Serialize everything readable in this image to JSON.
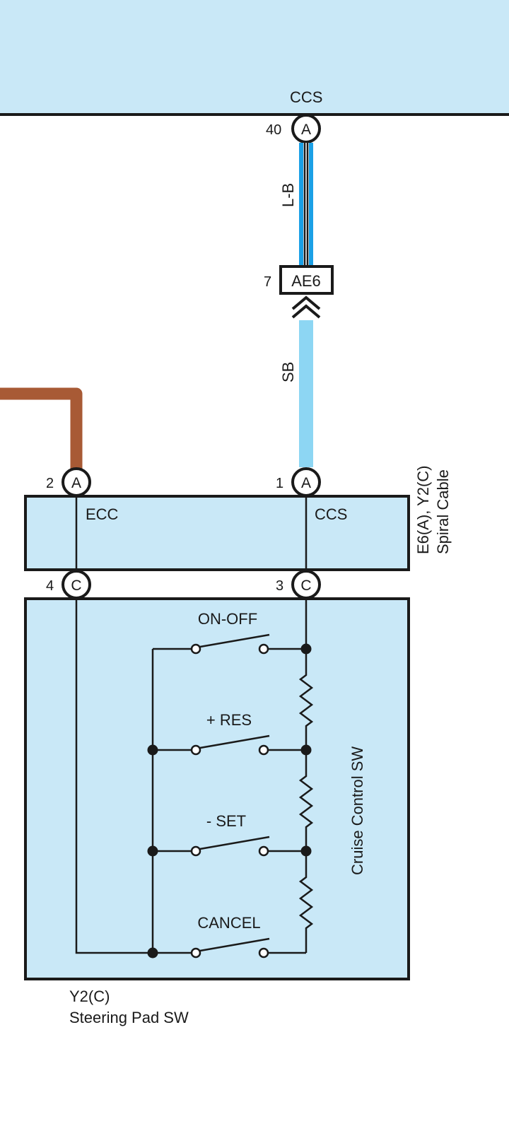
{
  "colors": {
    "box_fill": "#c9e8f7",
    "line": "#1a1a1a",
    "wire_lb_blue": "#1aa0e6",
    "wire_sb": "#8dd6f3",
    "wire_brown": "#a85a35"
  },
  "ecu": {
    "terminal_label": "CCS"
  },
  "top_connector": {
    "pin": "40",
    "letter": "A"
  },
  "wire_top": {
    "color_code": "L-B"
  },
  "junction": {
    "pin": "7",
    "label": "AE6"
  },
  "wire_bottom": {
    "color_code": "SB"
  },
  "spiral_cable": {
    "id": "E6(A), Y2(C)",
    "name": "Spiral Cable",
    "terminals": [
      {
        "pin": "2",
        "letter": "A",
        "label": "ECC"
      },
      {
        "pin": "1",
        "letter": "A",
        "label": "CCS"
      }
    ],
    "lower_pins": [
      {
        "pin": "4",
        "letter": "C"
      },
      {
        "pin": "3",
        "letter": "C"
      }
    ]
  },
  "cruise_switch": {
    "name": "Cruise Control SW",
    "switches": [
      "ON-OFF",
      "+ RES",
      "- SET",
      "CANCEL"
    ]
  },
  "steering_pad": {
    "id": "Y2(C)",
    "name": "Steering Pad SW"
  }
}
